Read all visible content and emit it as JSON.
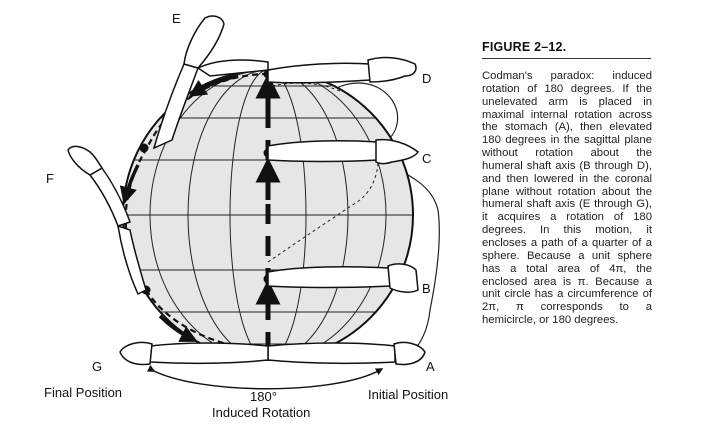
{
  "figure": {
    "labels": {
      "a": "A",
      "b": "B",
      "c": "C",
      "d": "D",
      "e": "E",
      "f": "F",
      "g": "G"
    },
    "final_position": "Final Position",
    "initial_position": "Initial Position",
    "angle": "180°",
    "induced_rotation": "Induced Rotation"
  },
  "caption": {
    "title": "FIGURE 2–12.",
    "body": "Codman's paradox: induced rotation of 180 degrees. If the unelevated arm is placed in maximal internal rotation across the stomach (A), then elevated 180 degrees in the sagittal plane without rotation about the humeral shaft axis (B through D), and then lowered in the coronal plane without rotation about the humeral shaft axis (E through G), it acquires a rotation of 180 degrees. In this motion, it encloses a path of a quarter of a sphere. Because a unit sphere has a total area of 4π, the enclosed area is π. Because a unit circle has a circumference of 2π, π corresponds to a hemicircle, or 180 degrees."
  },
  "colors": {
    "ink": "#111111",
    "sphere_fill": "#e6e6e6",
    "background": "#ffffff"
  }
}
